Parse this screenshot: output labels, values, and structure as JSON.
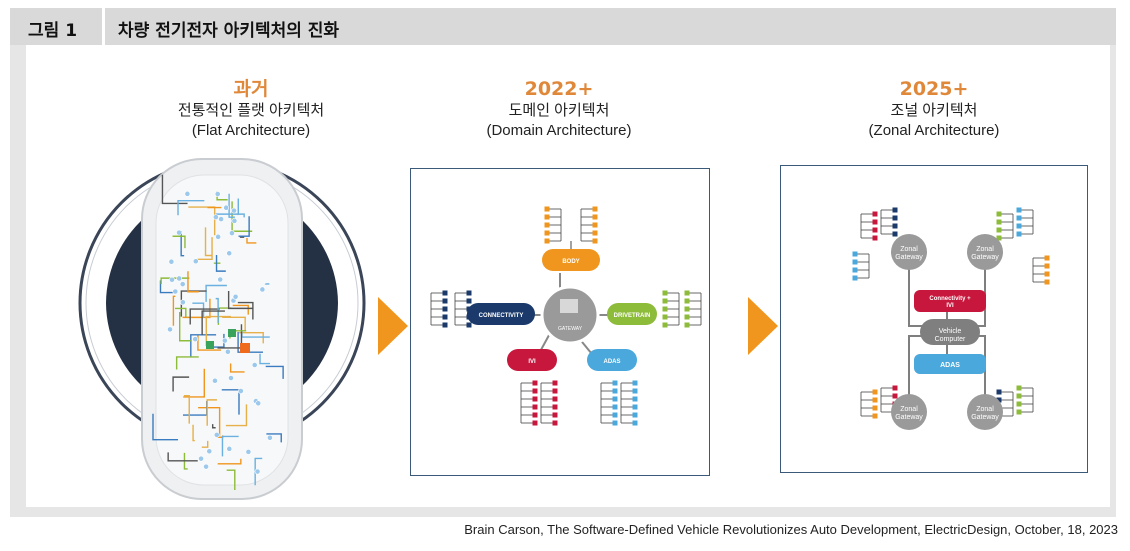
{
  "header": {
    "figure_label": "그림 1",
    "title": "차량 전기전자 아키텍처의 진화"
  },
  "columns": [
    {
      "era": "과거",
      "name_ko": "전통적인 플랫 아키텍처",
      "name_en": "(Flat Architecture)"
    },
    {
      "era": "2022+",
      "name_ko": "도메인 아키텍처",
      "name_en": "(Domain Architecture)"
    },
    {
      "era": "2025+",
      "name_ko": "조널 아키텍처",
      "name_en": "(Zonal Architecture)"
    }
  ],
  "domain_diagram": {
    "center": "GATEWAY",
    "domains": {
      "body": "BODY",
      "connectivity": "CONNECTIVITY",
      "drivetrain": "DRIVETRAIN",
      "ivi": "IVI",
      "adas": "ADAS"
    },
    "colors": {
      "body": "#f0961e",
      "connectivity": "#1b3a6b",
      "drivetrain": "#8dbb3a",
      "ivi": "#c8173c",
      "adas": "#4aa8dc"
    }
  },
  "zonal_diagram": {
    "zonal_gateway": "Zonal Gateway",
    "connectivity_ivi": "Connectivity + IVI",
    "vehicle_computer": "Vehicle Computer",
    "adas": "ADAS",
    "colors": {
      "connectivity": "#c8173c",
      "computer": "#7f7f7f",
      "adas": "#4aa8dc",
      "zone": "#9a9a9a"
    }
  },
  "caption": "Brain Carson, The Software-Defined Vehicle Revolutionizes Auto Development, ElectricDesign, October, 18, 2023"
}
